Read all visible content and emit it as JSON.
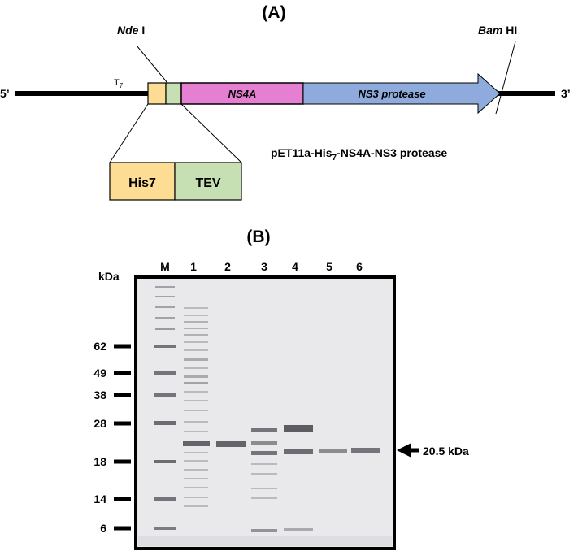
{
  "panel_a": {
    "label": "(A)",
    "end_left": "5’",
    "end_right": "3’",
    "promoter_base": "T",
    "promoter_sub": "7",
    "site_left_italic": "Nde",
    "site_left_rest": " I",
    "site_right_italic": "Bam",
    "site_right_rest": " HI",
    "segment_ns4a": "NS4A",
    "segment_ns3": "NS3 protease",
    "tag_his": "His7",
    "tag_tev": "TEV",
    "construct_pre": "pET11a-His",
    "construct_sub": "7",
    "construct_post": "-NS4A-NS3 protease"
  },
  "panel_b": {
    "label": "(B)",
    "unit_label": "kDa",
    "lane_labels": [
      "M",
      "1",
      "2",
      "3",
      "4",
      "5",
      "6"
    ],
    "markers": [
      "62",
      "49",
      "38",
      "28",
      "18",
      "14",
      "6"
    ],
    "band_arrow_label": "20.5 kDa"
  },
  "colors": {
    "his": "#fddc94",
    "tev": "#c6e0b4",
    "ns4a": "#e47fd2",
    "ns3": "#8faadc",
    "gel_background": "#e9e9ec",
    "band": "#4c4c54"
  }
}
